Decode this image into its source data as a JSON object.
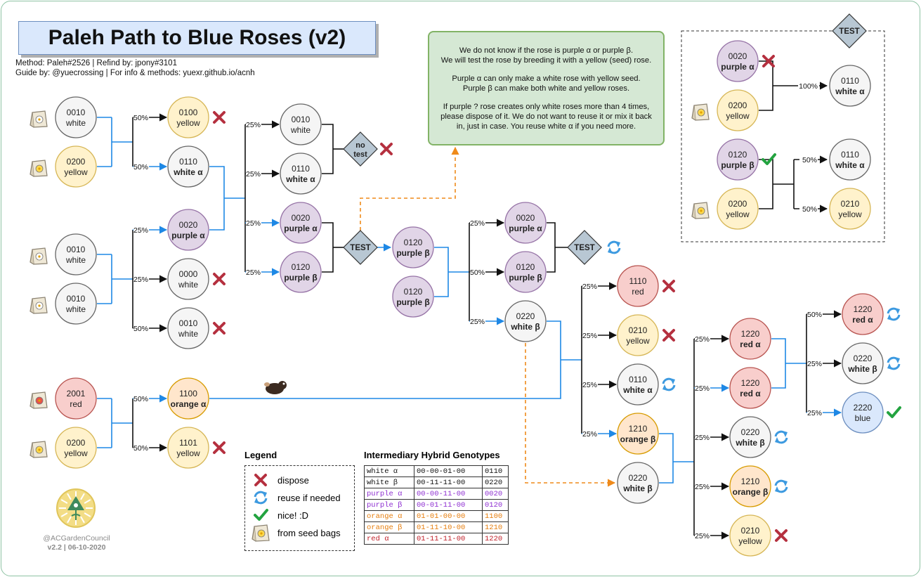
{
  "title": "Paleh Path to Blue Roses (v2)",
  "credits": {
    "line1": "Method: Paleh#2526 | Refind by: jpony#3101",
    "line2": "Guide by: @yuecrossing | For info & methods: yuexr.github.io/acnh"
  },
  "note": [
    "We do not know if the rose is purple α or purple β.",
    "We will test the rose by breeding it with a yellow (seed) rose.",
    "",
    "Purple α can only make a white rose with yellow seed.",
    "Purple β can make both white and yellow roses.",
    "",
    "If purple ? rose creates only white roses more than 4 times,",
    "please dispose of it. We do not want to reuse it or mix it back",
    "in, just in case. You reuse white α if you need more."
  ],
  "colors": {
    "white": "#f5f5f5",
    "yellow": "#fff2cc",
    "purple": "#e1d5e7",
    "red": "#f8cecc",
    "orange": "#ffe6cc",
    "blue": "#dae8fc",
    "edge": "#1e88e5",
    "test_arrow": "#ef8a1a",
    "dispose": "#b5303f",
    "nice": "#23a340",
    "reuse": "#3d9ae0",
    "test_diamond": "#b8c7d3"
  },
  "roses": [
    {
      "id": "s1",
      "code": "0010",
      "name": "white",
      "color": "white",
      "seed": "white"
    },
    {
      "id": "s2",
      "code": "0200",
      "name": "yellow",
      "color": "yellow",
      "seed": "yellow"
    },
    {
      "id": "a1",
      "code": "0100",
      "name": "yellow",
      "color": "yellow",
      "mark": "dispose"
    },
    {
      "id": "a2",
      "code": "0110",
      "name": "white α",
      "color": "white",
      "bold": true
    },
    {
      "id": "s3",
      "code": "0010",
      "name": "white",
      "color": "white",
      "seed": "white"
    },
    {
      "id": "s4",
      "code": "0010",
      "name": "white",
      "color": "white",
      "seed": "white"
    },
    {
      "id": "b1",
      "code": "0020",
      "name": "purple α",
      "color": "purple",
      "bold": true
    },
    {
      "id": "b2",
      "code": "0000",
      "name": "white",
      "color": "white",
      "mark": "dispose"
    },
    {
      "id": "b3",
      "code": "0010",
      "name": "white",
      "color": "white",
      "mark": "dispose"
    },
    {
      "id": "c1",
      "code": "0010",
      "name": "white",
      "color": "white"
    },
    {
      "id": "c2",
      "code": "0110",
      "name": "white α",
      "color": "white",
      "bold": true
    },
    {
      "id": "c3",
      "code": "0020",
      "name": "purple α",
      "color": "purple",
      "bold": true
    },
    {
      "id": "c4",
      "code": "0120",
      "name": "purple β",
      "color": "purple",
      "bold": true
    },
    {
      "id": "d1",
      "code": "0120",
      "name": "purple β",
      "color": "purple",
      "bold": true
    },
    {
      "id": "d2",
      "code": "0120",
      "name": "purple β",
      "color": "purple",
      "bold": true
    },
    {
      "id": "e1",
      "code": "0020",
      "name": "purple α",
      "color": "purple",
      "bold": true
    },
    {
      "id": "e2",
      "code": "0120",
      "name": "purple β",
      "color": "purple",
      "bold": true
    },
    {
      "id": "e3",
      "code": "0220",
      "name": "white β",
      "color": "white",
      "bold": true
    },
    {
      "id": "s5",
      "code": "2001",
      "name": "red",
      "color": "red",
      "seed": "red"
    },
    {
      "id": "s6",
      "code": "0200",
      "name": "yellow",
      "color": "yellow",
      "seed": "yellow"
    },
    {
      "id": "o1",
      "code": "1100",
      "name": "orange α",
      "color": "orange",
      "bold": true
    },
    {
      "id": "o2",
      "code": "1101",
      "name": "yellow",
      "color": "yellow",
      "mark": "dispose"
    },
    {
      "id": "f1",
      "code": "1110",
      "name": "red",
      "color": "red",
      "mark": "dispose"
    },
    {
      "id": "f2",
      "code": "0210",
      "name": "yellow",
      "color": "yellow",
      "mark": "dispose"
    },
    {
      "id": "f3",
      "code": "0110",
      "name": "white α",
      "color": "white",
      "bold": true,
      "mark": "reuse"
    },
    {
      "id": "f4",
      "code": "1210",
      "name": "orange β",
      "color": "orange",
      "bold": true
    },
    {
      "id": "g1",
      "code": "0220",
      "name": "white β",
      "color": "white",
      "bold": true
    },
    {
      "id": "h1",
      "code": "1220",
      "name": "red α",
      "color": "red",
      "bold": true
    },
    {
      "id": "h2",
      "code": "1220",
      "name": "red α",
      "color": "red",
      "bold": true
    },
    {
      "id": "h3",
      "code": "0220",
      "name": "white β",
      "color": "white",
      "bold": true,
      "mark": "reuse"
    },
    {
      "id": "h4",
      "code": "1210",
      "name": "orange β",
      "color": "orange",
      "bold": true,
      "mark": "reuse"
    },
    {
      "id": "h5",
      "code": "0210",
      "name": "yellow",
      "color": "yellow",
      "mark": "dispose"
    },
    {
      "id": "i1",
      "code": "1220",
      "name": "red α",
      "color": "red",
      "bold": true,
      "mark": "reuse"
    },
    {
      "id": "i2",
      "code": "0220",
      "name": "white β",
      "color": "white",
      "bold": true,
      "mark": "reuse"
    },
    {
      "id": "i3",
      "code": "2220",
      "name": "blue",
      "color": "blue",
      "mark": "nice"
    },
    {
      "id": "t1",
      "code": "0020",
      "name": "purple α",
      "color": "purple",
      "bold": true,
      "mark": "dispose"
    },
    {
      "id": "t2",
      "code": "0200",
      "name": "yellow",
      "color": "yellow",
      "seed": "yellow"
    },
    {
      "id": "t3",
      "code": "0110",
      "name": "white α",
      "color": "white",
      "bold": true
    },
    {
      "id": "t4",
      "code": "0120",
      "name": "purple β",
      "color": "purple",
      "bold": true,
      "mark": "nice"
    },
    {
      "id": "t5",
      "code": "0200",
      "name": "yellow",
      "color": "yellow",
      "seed": "yellow"
    },
    {
      "id": "t6",
      "code": "0110",
      "name": "white α",
      "color": "white",
      "bold": true
    },
    {
      "id": "t7",
      "code": "0210",
      "name": "yellow",
      "color": "yellow"
    }
  ],
  "tests": [
    {
      "id": "notest",
      "label": "no test",
      "mark": "dispose"
    },
    {
      "id": "test1",
      "label": "TEST"
    },
    {
      "id": "test2",
      "label": "TEST",
      "mark": "reuse"
    },
    {
      "id": "test3",
      "label": "TEST"
    }
  ],
  "pct": {
    "p50": "50%",
    "p25": "25%",
    "p100": "100%"
  },
  "legend": {
    "title": "Legend",
    "items": [
      {
        "icon": "dispose",
        "label": "dispose"
      },
      {
        "icon": "reuse",
        "label": "reuse if needed"
      },
      {
        "icon": "nice",
        "label": "nice! :D"
      },
      {
        "icon": "seed",
        "label": "from seed bags"
      }
    ]
  },
  "genotypes": {
    "title": "Intermediary Hybrid Genotypes",
    "rows": [
      {
        "name": "white α",
        "genes": "00-00-01-00",
        "code": "0110",
        "color": "#111111"
      },
      {
        "name": "white β",
        "genes": "00-11-11-00",
        "code": "0220",
        "color": "#111111"
      },
      {
        "name": "purple α",
        "genes": "00-00-11-00",
        "code": "0020",
        "color": "#8e2fd1"
      },
      {
        "name": "purple β",
        "genes": "00-01-11-00",
        "code": "0120",
        "color": "#8e2fd1"
      },
      {
        "name": "orange α",
        "genes": "01-01-00-00",
        "code": "1100",
        "color": "#e67e0e"
      },
      {
        "name": "orange β",
        "genes": "01-11-10-00",
        "code": "1210",
        "color": "#e67e0e"
      },
      {
        "name": "red α",
        "genes": "01-11-11-00",
        "code": "1220",
        "color": "#c0202a"
      }
    ]
  },
  "council": {
    "name": "@ACGardenCouncil",
    "version": "v2.2 | 06-10-2020"
  }
}
